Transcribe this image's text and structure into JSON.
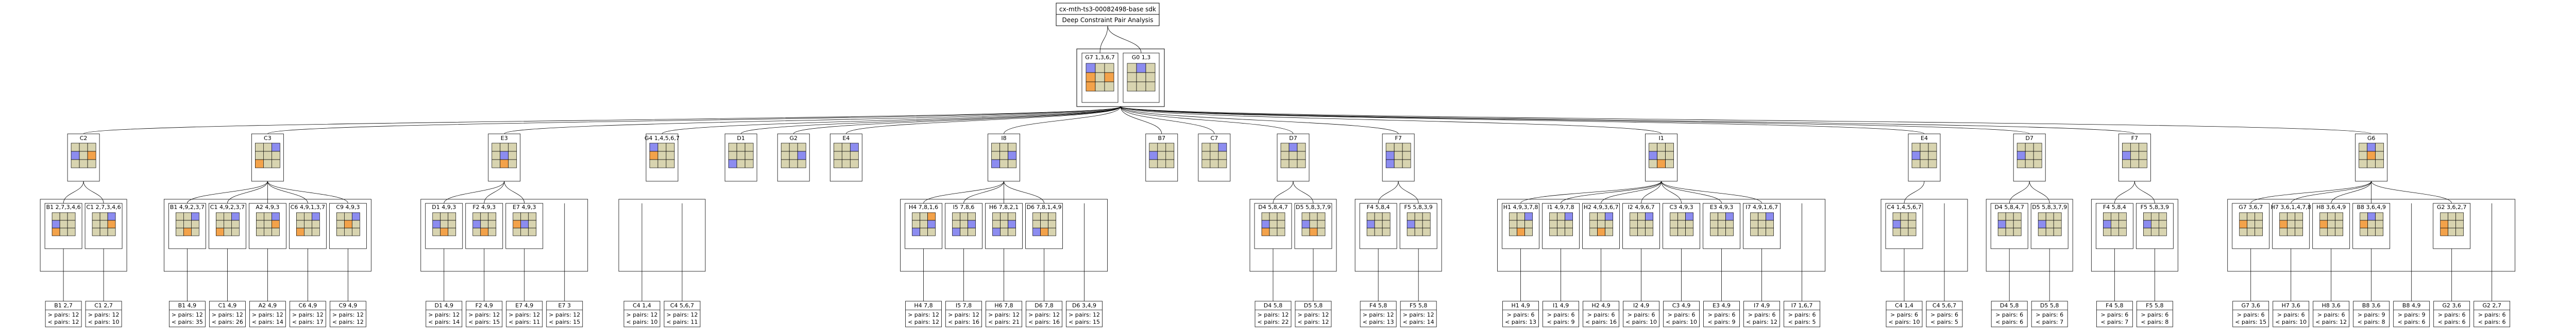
{
  "root": {
    "title": "cx-mth-ts3-00082498-base sdk",
    "subtitle": "Deep Constraint Pair Analysis"
  },
  "colors": {
    "base": "#d8d4b0",
    "blue": "#8c8cf0",
    "orange": "#f3a24a",
    "edge": "#000000"
  },
  "top_pair": [
    {
      "label": "G7  1,3,6,7",
      "grid": [
        "b........",
        "o.o...o..",
        "o........"
      ]
    },
    {
      "label": "G0  1,3",
      "grid": [
        ".b.......",
        ".........",
        "........."
      ]
    }
  ],
  "groups": [
    {
      "label": "C2",
      "grid": ".........",
      "blue": [
        4
      ],
      "orange": [
        6
      ],
      "children": [
        {
          "label": "B1  2,7,3,4,6",
          "blue": [
            4
          ],
          "orange": [
            7
          ],
          "leaf": {
            "label": "B1  2,7",
            "lines": [
              "> pairs: 12",
              "< pairs: 12"
            ]
          }
        },
        {
          "label": "C1  2,7,3,4,6",
          "blue": [
            3
          ],
          "orange": [
            6
          ],
          "leaf": {
            "label": "C1  2,7",
            "lines": [
              "> pairs: 12",
              "< pairs: 10"
            ]
          }
        }
      ]
    },
    {
      "label": "C3",
      "blue": [
        3
      ],
      "orange": [
        7
      ],
      "children": [
        {
          "label": "B1  4,9,2,3,7",
          "blue": [
            3
          ],
          "orange": [
            8
          ],
          "leaf": {
            "label": "B1  4,9",
            "lines": [
              "> pairs: 12",
              "< pairs: 35"
            ]
          }
        },
        {
          "label": "C1  4,9,2,3,7",
          "blue": [
            3
          ],
          "orange": [
            7
          ],
          "leaf": {
            "label": "C1  4,9",
            "lines": [
              "> pairs: 12",
              "< pairs: 26"
            ]
          }
        },
        {
          "label": "A2  4,9,3",
          "blue": [
            3
          ],
          "orange": [
            6
          ],
          "leaf": {
            "label": "A2  4,9",
            "lines": [
              "> pairs: 12",
              "< pairs: 14"
            ]
          }
        },
        {
          "label": "C6  4,9,1,3,7",
          "blue": [
            3
          ],
          "orange": [
            7
          ],
          "leaf": {
            "label": "C6  4,9",
            "lines": [
              "> pairs: 12",
              "< pairs: 17"
            ]
          }
        },
        {
          "label": "C9  4,9,3",
          "blue": [
            3
          ],
          "orange": [
            5
          ],
          "leaf": {
            "label": "C9  4,9",
            "lines": [
              "> pairs: 12",
              "< pairs: 12"
            ]
          }
        }
      ]
    },
    {
      "label": "E3",
      "blue": [
        5
      ],
      "orange": [
        8
      ],
      "children": [
        {
          "label": "D1  4,9,3",
          "blue": [
            4
          ],
          "orange": [
            8
          ],
          "leaf": {
            "label": "D1  4,9",
            "lines": [
              "> pairs: 12",
              "< pairs: 14"
            ]
          }
        },
        {
          "label": "F2  4,9,3",
          "blue": [
            4
          ],
          "orange": [
            8
          ],
          "leaf": {
            "label": "F2  4,9",
            "lines": [
              "> pairs: 12",
              "< pairs: 15"
            ]
          }
        },
        {
          "label": "E7  4,9,3",
          "blue": [
            5
          ],
          "orange": [
            4
          ],
          "leaf": {
            "label": "E7  4,9",
            "lines": [
              "> pairs: 12",
              "< pairs: 11"
            ]
          }
        },
        {
          "label": "",
          "leaf": {
            "label": "E7  3",
            "lines": [
              "> pairs: 12",
              "< pairs: 15"
            ]
          }
        }
      ]
    },
    {
      "label": "G4  1,4,5,6,7",
      "blue": [
        1
      ],
      "orange": [
        4
      ],
      "children": [
        {
          "label": "",
          "leaf": {
            "label": "C4  1,4",
            "lines": [
              "> pairs: 12",
              "< pairs: 10"
            ]
          }
        },
        {
          "label": "",
          "leaf": {
            "label": "C4  5,6,7",
            "lines": [
              "> pairs: 12",
              "< pairs: 11"
            ]
          }
        }
      ]
    },
    {
      "label": "D1",
      "blue": [
        7
      ],
      "orange": [],
      "children": []
    },
    {
      "label": "G2",
      "blue": [
        6
      ],
      "orange": [],
      "children": []
    },
    {
      "label": "E4",
      "blue": [
        3
      ],
      "orange": [],
      "children": []
    },
    {
      "label": "I8",
      "blue": [
        6,
        7
      ],
      "orange": [],
      "children": [
        {
          "label": "H4  7,8,1,6",
          "blue": [
            6,
            7
          ],
          "orange": [
            3
          ],
          "leaf": {
            "label": "H4  7,8",
            "lines": [
              "> pairs: 12",
              "< pairs: 12"
            ]
          }
        },
        {
          "label": "I5  7,8,6",
          "blue": [
            6,
            7
          ],
          "orange": [],
          "leaf": {
            "label": "I5  7,8",
            "lines": [
              "> pairs: 12",
              "< pairs: 16"
            ]
          }
        },
        {
          "label": "H6  7,8,2,1",
          "blue": [
            6,
            7
          ],
          "orange": [],
          "leaf": {
            "label": "H6  7,8",
            "lines": [
              "> pairs: 12",
              "< pairs: 21"
            ]
          }
        },
        {
          "label": "D6  7,8,1,4,9",
          "blue": [
            7
          ],
          "orange": [
            8
          ],
          "leaf": {
            "label": "D6  7,8",
            "lines": [
              "> pairs: 12",
              "< pairs: 16"
            ]
          }
        },
        {
          "label": "",
          "leaf": {
            "label": "D6  3,4,9",
            "lines": [
              "> pairs: 12",
              "< pairs: 15"
            ]
          }
        }
      ]
    },
    {
      "label": "B7",
      "blue": [
        4
      ],
      "orange": [],
      "children": []
    },
    {
      "label": "C7",
      "blue": [
        3
      ],
      "orange": [],
      "children": []
    },
    {
      "label": "D7",
      "blue": [
        2
      ],
      "orange": [],
      "children": [
        {
          "label": "D4  5,8,4,7",
          "blue": [
            4
          ],
          "orange": [
            7
          ],
          "leaf": {
            "label": "D4  5,8",
            "lines": [
              "> pairs: 12",
              "< pairs: 22"
            ]
          }
        },
        {
          "label": "D5  5,8,3,7,9",
          "blue": [
            4
          ],
          "orange": [
            8
          ],
          "leaf": {
            "label": "D5  5,8",
            "lines": [
              "> pairs: 12",
              "< pairs: 12"
            ]
          }
        }
      ]
    },
    {
      "label": "F7",
      "blue": [
        4,
        7
      ],
      "orange": [],
      "children": [
        {
          "label": "F4  5,8,4",
          "blue": [
            4
          ],
          "orange": [],
          "leaf": {
            "label": "F4  5,8",
            "lines": [
              "> pairs: 12",
              "< pairs: 13"
            ]
          }
        },
        {
          "label": "F5  5,8,3,9",
          "blue": [
            4
          ],
          "orange": [],
          "leaf": {
            "label": "F5  5,8",
            "lines": [
              "> pairs: 12",
              "< pairs: 14"
            ]
          }
        }
      ]
    },
    {
      "label": "I1",
      "blue": [
        4
      ],
      "orange": [
        8
      ],
      "children": [
        {
          "label": "H1  4,9,3,7,8",
          "blue": [
            3
          ],
          "orange": [
            8
          ],
          "leaf": {
            "label": "H1  4,9",
            "lines": [
              "> pairs: 6",
              "< pairs: 13"
            ]
          }
        },
        {
          "label": "I1  4,9,7,8",
          "blue": [
            3
          ],
          "orange": [],
          "leaf": {
            "label": "I1  4,9",
            "lines": [
              "> pairs: 6",
              "< pairs: 9"
            ]
          }
        },
        {
          "label": "H2  4,9,3,6,7",
          "blue": [
            3
          ],
          "orange": [
            8
          ],
          "leaf": {
            "label": "H2  4,9",
            "lines": [
              "> pairs: 6",
              "< pairs: 16"
            ]
          }
        },
        {
          "label": "I2  4,9,6,7",
          "blue": [
            3
          ],
          "orange": [],
          "leaf": {
            "label": "I2  4,9",
            "lines": [
              "> pairs: 6",
              "< pairs: 10"
            ]
          }
        },
        {
          "label": "C3  4,9,3",
          "blue": [
            3
          ],
          "orange": [],
          "leaf": {
            "label": "C3  4,9",
            "lines": [
              "> pairs: 6",
              "< pairs: 10"
            ]
          }
        },
        {
          "label": "E3  4,9,3",
          "blue": [
            3
          ],
          "orange": [],
          "leaf": {
            "label": "E3  4,9",
            "lines": [
              "> pairs: 6",
              "< pairs: 9"
            ]
          }
        },
        {
          "label": "I7  4,9,1,6,7",
          "blue": [
            3
          ],
          "orange": [],
          "leaf": {
            "label": "I7  4,9",
            "lines": [
              "> pairs: 6",
              "< pairs: 12"
            ]
          }
        },
        {
          "label": "",
          "leaf": {
            "label": "I7  1,6,7",
            "lines": [
              "> pairs: 6",
              "< pairs: 5"
            ]
          }
        }
      ]
    },
    {
      "label": "E4",
      "blue": [
        4
      ],
      "orange": [],
      "children": [
        {
          "label": "C4  1,4,5,6,7",
          "blue": [
            4
          ],
          "orange": [],
          "leaf": {
            "label": "C4  1,4",
            "lines": [
              "> pairs: 6",
              "< pairs: 10"
            ]
          }
        },
        {
          "label": "",
          "leaf": {
            "label": "C4  5,6,7",
            "lines": [
              "> pairs: 6",
              "< pairs: 5"
            ]
          }
        }
      ]
    },
    {
      "label": "D7",
      "blue": [
        4
      ],
      "orange": [],
      "children": [
        {
          "label": "D4  5,8,4,7",
          "blue": [
            4
          ],
          "orange": [],
          "leaf": {
            "label": "D4  5,8",
            "lines": [
              "> pairs: 6",
              "< pairs: 6"
            ]
          }
        },
        {
          "label": "D5  5,8,3,7,9",
          "blue": [
            4
          ],
          "orange": [],
          "leaf": {
            "label": "D5  5,8",
            "lines": [
              "> pairs: 6",
              "< pairs: 7"
            ]
          }
        }
      ]
    },
    {
      "label": "F7",
      "blue": [
        4
      ],
      "orange": [],
      "children": [
        {
          "label": "F4  5,8,4",
          "blue": [
            4
          ],
          "orange": [],
          "leaf": {
            "label": "F4  5,8",
            "lines": [
              "> pairs: 6",
              "< pairs: 7"
            ]
          }
        },
        {
          "label": "F5  5,8,3,9",
          "blue": [
            4
          ],
          "orange": [],
          "leaf": {
            "label": "F5  5,8",
            "lines": [
              "> pairs: 6",
              "< pairs: 8"
            ]
          }
        }
      ]
    },
    {
      "label": "G6",
      "blue": [
        2
      ],
      "orange": [
        5
      ],
      "children": [
        {
          "label": "G7  3,6,7",
          "blue": [],
          "orange": [
            4
          ],
          "leaf": {
            "label": "G7  3,6",
            "lines": [
              "> pairs: 6",
              "< pairs: 15"
            ]
          }
        },
        {
          "label": "H7  3,6,1,4,7,8",
          "blue": [],
          "orange": [
            4
          ],
          "leaf": {
            "label": "H7  3,6",
            "lines": [
              "> pairs: 6",
              "< pairs: 10"
            ]
          }
        },
        {
          "label": "H8  3,6,4,9",
          "blue": [],
          "orange": [
            4
          ],
          "leaf": {
            "label": "H8  3,6",
            "lines": [
              "> pairs: 6",
              "< pairs: 12"
            ]
          }
        },
        {
          "label": "B8  3,6,4,9",
          "blue": [
            2
          ],
          "orange": [
            4
          ],
          "leaf": {
            "label": "B8  3,6",
            "lines": [
              "> pairs: 9",
              "< pairs: 8"
            ]
          }
        },
        {
          "label": "",
          "leaf": {
            "label": "B8  4,9",
            "lines": [
              "> pairs: 9",
              "< pairs: 6"
            ]
          }
        },
        {
          "label": "G2  3,6,2,7",
          "blue": [],
          "orange": [
            4,
            7
          ],
          "leaf": {
            "label": "G2  3,6",
            "lines": [
              "> pairs: 6",
              "< pairs: 6"
            ]
          }
        },
        {
          "label": "",
          "leaf": {
            "label": "G2  2,7",
            "lines": [
              "> pairs: 6",
              "< pairs: 6"
            ]
          }
        }
      ]
    }
  ]
}
